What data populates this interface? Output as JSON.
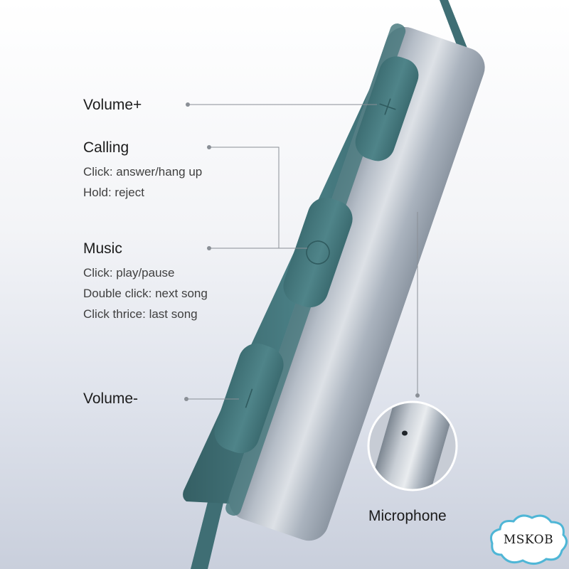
{
  "labels": {
    "volume_up": "Volume+",
    "calling": {
      "title": "Calling",
      "click": "Click: answer/hang up",
      "hold": "Hold: reject"
    },
    "music": {
      "title": "Music",
      "click": "Click: play/pause",
      "double_click": "Double click: next song",
      "click_thrice": "Click thrice: last song"
    },
    "volume_down": "Volume-",
    "microphone": "Microphone"
  },
  "brand": {
    "text": "MSKOB"
  },
  "colors": {
    "body_silver": "#a9b2bd",
    "button_teal": "#43757a",
    "cable_teal": "#3f6e74",
    "leader_line": "#8a8f96"
  },
  "icons": [
    "plus-icon",
    "circle-icon",
    "minus-icon",
    "microphone-hole-icon"
  ]
}
